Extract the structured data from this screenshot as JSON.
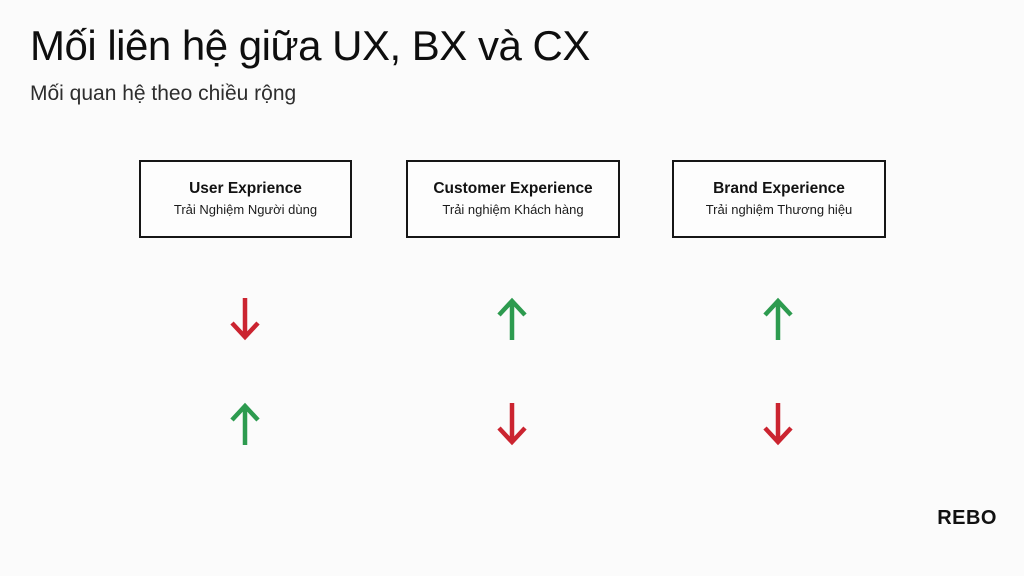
{
  "slide": {
    "title": "Mối liên hệ giữa UX, BX và CX",
    "subtitle": "Mối quan hệ theo chiều rộng",
    "brand": "REBO"
  },
  "colors": {
    "up": "#2d9b4f",
    "down": "#cb2430",
    "box_border": "#161616",
    "background": "#fbfbfb"
  },
  "columns": [
    {
      "id": "ux",
      "title": "User Exprience",
      "subtitle": "Trải Nghiệm Người dùng",
      "arrows": [
        "down",
        "up"
      ]
    },
    {
      "id": "cx",
      "title": "Customer Experience",
      "subtitle": "Trải nghiệm Khách hàng",
      "arrows": [
        "up",
        "down"
      ]
    },
    {
      "id": "bx",
      "title": "Brand Experience",
      "subtitle": "Trải nghiệm Thương hiệu",
      "arrows": [
        "up",
        "down"
      ]
    }
  ]
}
